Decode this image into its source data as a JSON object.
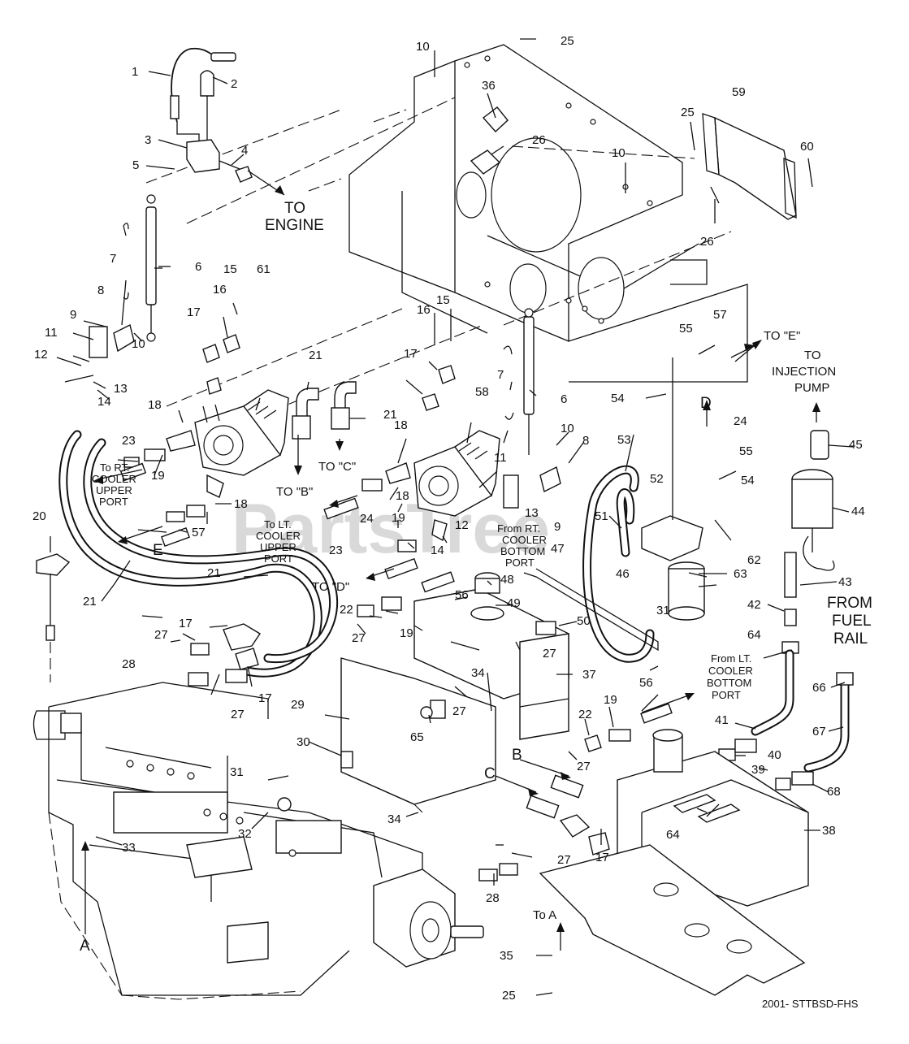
{
  "diagram": {
    "watermark": "PartsTree",
    "footer_code": "2001- STTBSD-FHS",
    "callouts": [
      "1",
      "2",
      "3",
      "4",
      "5",
      "6",
      "7",
      "8",
      "9",
      "10",
      "11",
      "12",
      "13",
      "14",
      "15",
      "16",
      "17",
      "18",
      "19",
      "20",
      "21",
      "22",
      "23",
      "24",
      "25",
      "26",
      "27",
      "28",
      "29",
      "30",
      "31",
      "32",
      "33",
      "34",
      "35",
      "36",
      "37",
      "38",
      "39",
      "40",
      "41",
      "42",
      "43",
      "44",
      "45",
      "46",
      "47",
      "48",
      "49",
      "50",
      "51",
      "52",
      "53",
      "54",
      "55",
      "56",
      "57",
      "58",
      "59",
      "60",
      "61",
      "62",
      "63",
      "64",
      "65",
      "66",
      "67",
      "68"
    ],
    "labels": {
      "to_engine_1": "TO",
      "to_engine_2": "ENGINE",
      "to_e": "TO \"E\"",
      "to_injection_1": "TO",
      "to_injection_2": "INJECTION",
      "to_injection_3": "PUMP",
      "from_fuel_1": "FROM",
      "from_fuel_2": "FUEL",
      "from_fuel_3": "RAIL",
      "to_b": "TO \"B\"",
      "to_c": "TO \"C\"",
      "to_d": "TO \"D\"",
      "to_rt_upper_1": "To RT.",
      "to_rt_upper_2": "COOLER",
      "to_rt_upper_3": "UPPER",
      "to_rt_upper_4": "PORT",
      "to_lt_upper_1": "To LT.",
      "to_lt_upper_2": "COOLER",
      "to_lt_upper_3": "UPPER",
      "to_lt_upper_4": "PORT",
      "from_rt_bottom_1": "From RT.",
      "from_rt_bottom_2": "COOLER",
      "from_rt_bottom_3": "BOTTOM",
      "from_rt_bottom_4": "PORT",
      "from_lt_bottom_1": "From LT.",
      "from_lt_bottom_2": "COOLER",
      "from_lt_bottom_3": "BOTTOM",
      "from_lt_bottom_4": "PORT",
      "letter_a": "A",
      "letter_b": "B",
      "letter_c": "C",
      "letter_d": "D",
      "letter_e": "E",
      "to_a": "To A"
    }
  }
}
